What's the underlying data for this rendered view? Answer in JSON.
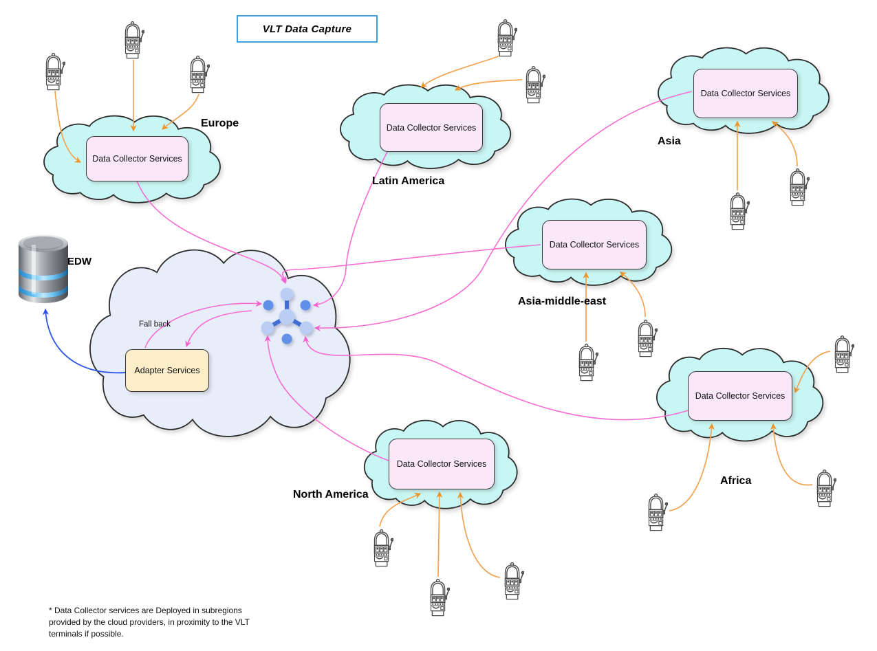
{
  "title": "VLT  Data Capture",
  "edw": {
    "label": "EDW"
  },
  "central_cloud": {
    "adapter_box_label": "Adapter Services",
    "fallback_label": "Fall back"
  },
  "regions": [
    {
      "name": "Europe",
      "box_label": "Data Collector Services",
      "terminal_count": 3
    },
    {
      "name": "Latin America",
      "box_label": "Data Collector Services",
      "terminal_count": 2
    },
    {
      "name": "Asia",
      "box_label": "Data Collector Services",
      "terminal_count": 2
    },
    {
      "name": "Asia-middle-east",
      "box_label": "Data Collector Services",
      "terminal_count": 2
    },
    {
      "name": "Africa",
      "box_label": "Data Collector Services",
      "terminal_count": 3
    },
    {
      "name": "North America",
      "box_label": "Data Collector Services",
      "terminal_count": 3
    }
  ],
  "footnote": "* Data Collector services are Deployed in subregions\nprovided by the cloud providers, in proximity to the VLT\nterminals if possible.",
  "colors": {
    "region_cloud_fill": "#c8f6f4",
    "central_cloud_fill": "#e8edfa",
    "collector_box_fill": "#fae8fa",
    "adapter_box_fill": "#fdeeca",
    "terminal_link": "#f2a352",
    "hub_link": "#f66cd3",
    "edw_link": "#3158e8",
    "title_border": "#3d9fe0",
    "hub_node_light": "#b9cef2",
    "hub_node_dark": "#6090e8",
    "hub_spoke": "#3f6ed5"
  }
}
